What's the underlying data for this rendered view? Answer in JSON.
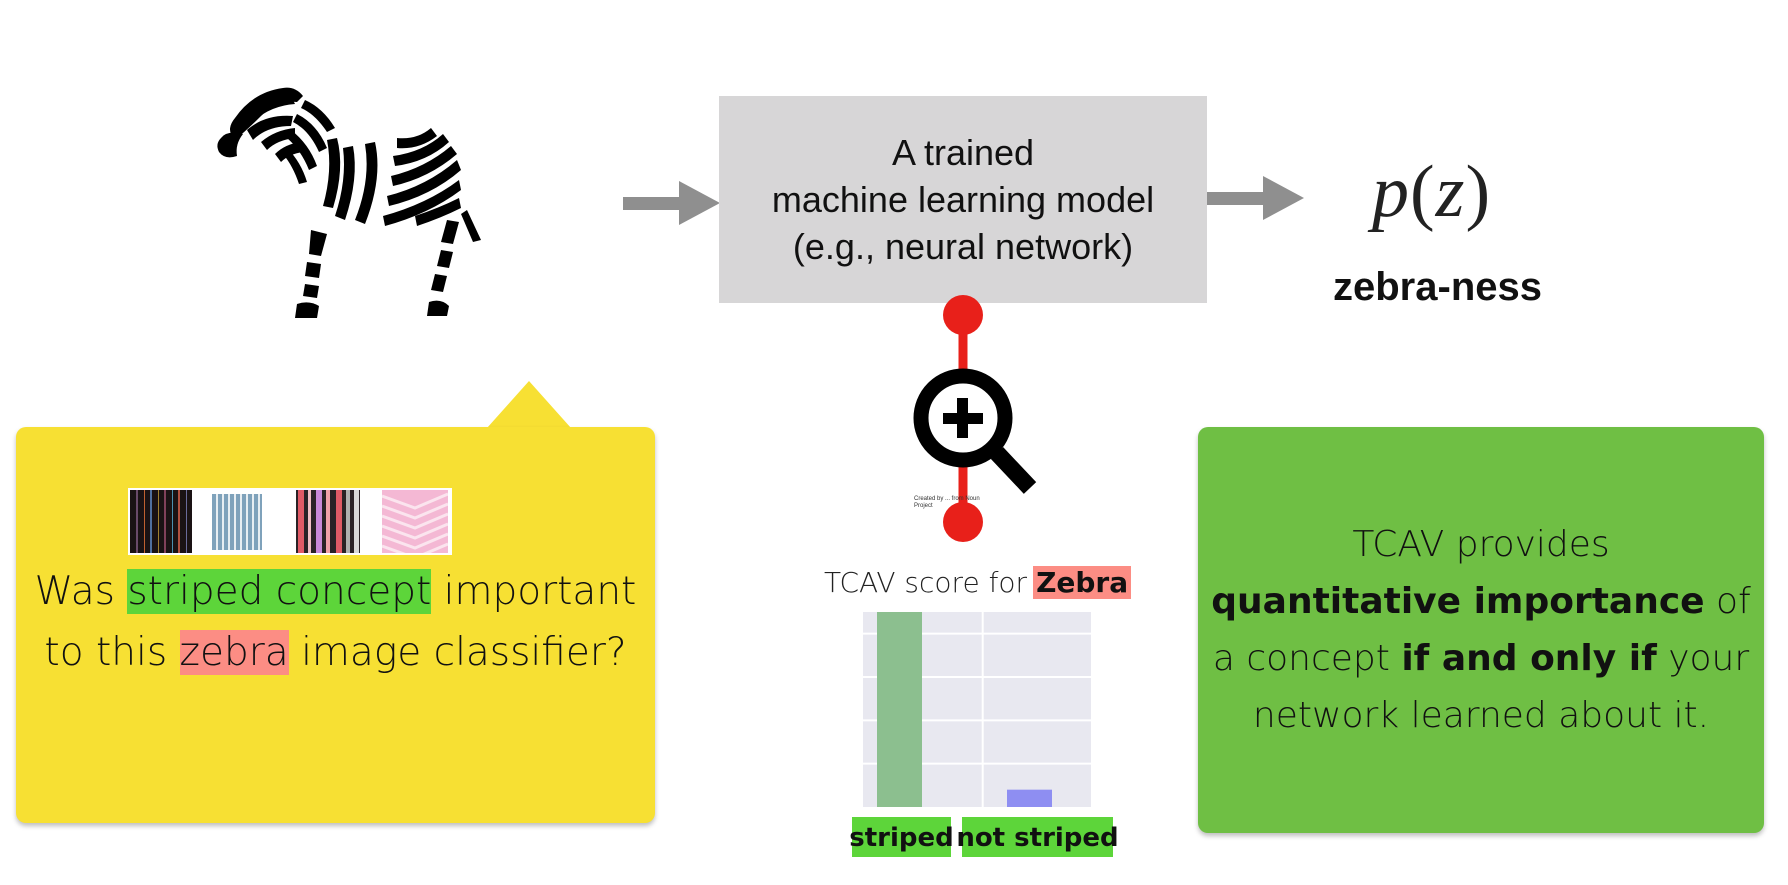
{
  "input": {
    "image_label": "zebra photo"
  },
  "model_box": {
    "lines": [
      "A trained",
      "machine learning model",
      "(e.g., neural network)"
    ]
  },
  "output": {
    "formula_fn": "p",
    "formula_arg": "z",
    "label": "zebra-ness"
  },
  "probe": {
    "icon": "zoom-in-magnifier-icon",
    "credit": "Created by ... from Noun Project",
    "colors": {
      "dots": "#e8201a",
      "lens": "#000000"
    }
  },
  "callout": {
    "concept_images": [
      "dark-multicolor-stripes",
      "blue-gray-stripes",
      "pink-black-stripes",
      "pink-chevron-stripes"
    ],
    "question": {
      "line1_pre": "Was ",
      "line1_concept": "striped concept",
      "line1_post": " important",
      "line2_pre": "to this ",
      "line2_class": "zebra",
      "line2_post": " image classifier?"
    },
    "colors": {
      "background": "#f7e033",
      "concept_highlight": "#5dd53a",
      "class_highlight": "#fc8d84"
    }
  },
  "chart_data": {
    "type": "bar",
    "title": "TCAV score for",
    "title_highlight": "Zebra",
    "categories": [
      "striped",
      "not striped"
    ],
    "values": [
      0.9,
      0.08
    ],
    "colors": [
      "#8cbf8f",
      "#8e8ef2"
    ],
    "xlabel": "",
    "ylabel": "",
    "ylim": [
      0,
      0.9
    ],
    "yticks": [
      0.2,
      0.4,
      0.6,
      0.8
    ],
    "grid": true,
    "tick_labels_visible": false
  },
  "summary": {
    "line1": "TCAV provides",
    "line2_bold": "quantitative importance",
    "line2_post": " of",
    "line3_pre": "a concept ",
    "line3_bold": "if and only if",
    "line3_post": " your",
    "line4": "network learned about it.",
    "background": "#6fbf44"
  }
}
